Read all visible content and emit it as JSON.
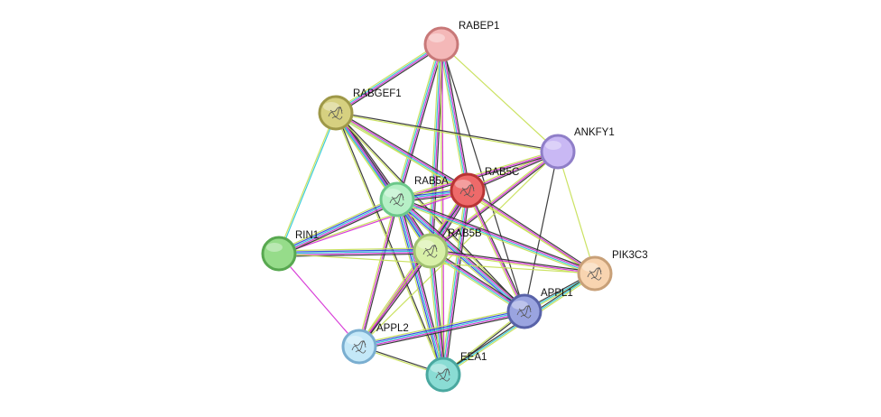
{
  "diagram": {
    "type": "protein-interaction-network",
    "edge_colors": {
      "black": "#333333",
      "magenta": "#d633d6",
      "cyan": "#33c9d6",
      "blue": "#3347e0",
      "yellow_green": "#c8e05a",
      "green": "#2fa83a",
      "light_gray": "#b0b0b0"
    },
    "nodes": [
      {
        "id": "RABEP1",
        "label": "RABEP1",
        "fill": "#f4b8b8",
        "stroke": "#c87878",
        "icon": "none"
      },
      {
        "id": "RABGEF1",
        "label": "RABGEF1",
        "fill": "#d6d080",
        "stroke": "#9e9848",
        "icon": "protein-structure-icon"
      },
      {
        "id": "ANKFY1",
        "label": "ANKFY1",
        "fill": "#c9b8f4",
        "stroke": "#8f7ec8",
        "icon": "none"
      },
      {
        "id": "RAB5C",
        "label": "RAB5C",
        "fill": "#ee6a6a",
        "stroke": "#b83434",
        "icon": "protein-structure-icon"
      },
      {
        "id": "RAB5A",
        "label": "RAB5A",
        "fill": "#b6f0c6",
        "stroke": "#6cc88a",
        "icon": "protein-structure-icon"
      },
      {
        "id": "RIN1",
        "label": "RIN1",
        "fill": "#96dc8a",
        "stroke": "#58a850",
        "icon": "none"
      },
      {
        "id": "RAB5B",
        "label": "RAB5B",
        "fill": "#d8f0a8",
        "stroke": "#a0c070",
        "icon": "protein-structure-icon"
      },
      {
        "id": "PIK3C3",
        "label": "PIK3C3",
        "fill": "#f8d4b0",
        "stroke": "#c8a078",
        "icon": "protein-structure-icon"
      },
      {
        "id": "APPL1",
        "label": "APPL1",
        "fill": "#9aa4e0",
        "stroke": "#5862a8",
        "icon": "protein-structure-icon"
      },
      {
        "id": "APPL2",
        "label": "APPL2",
        "fill": "#c4e8f8",
        "stroke": "#7aaed0",
        "icon": "protein-structure-icon"
      },
      {
        "id": "EEA1",
        "label": "EEA1",
        "fill": "#8adcd4",
        "stroke": "#4aa8a0",
        "icon": "protein-structure-icon"
      }
    ],
    "edges": [
      {
        "source": "RABEP1",
        "target": "RAB5C",
        "colors": [
          "black",
          "magenta",
          "cyan",
          "yellow_green"
        ]
      },
      {
        "source": "RABEP1",
        "target": "RAB5A",
        "colors": [
          "black",
          "magenta",
          "cyan",
          "yellow_green"
        ]
      },
      {
        "source": "RABEP1",
        "target": "RAB5B",
        "colors": [
          "black",
          "magenta",
          "cyan",
          "yellow_green"
        ]
      },
      {
        "source": "RABEP1",
        "target": "RABGEF1",
        "colors": [
          "black",
          "magenta",
          "cyan",
          "yellow_green"
        ]
      },
      {
        "source": "RABEP1",
        "target": "ANKFY1",
        "colors": [
          "yellow_green"
        ]
      },
      {
        "source": "RABEP1",
        "target": "EEA1",
        "colors": [
          "magenta",
          "yellow_green"
        ]
      },
      {
        "source": "RABEP1",
        "target": "APPL1",
        "colors": [
          "black"
        ]
      },
      {
        "source": "RABGEF1",
        "target": "RAB5A",
        "colors": [
          "black",
          "magenta",
          "cyan",
          "blue",
          "yellow_green"
        ]
      },
      {
        "source": "RABGEF1",
        "target": "RAB5C",
        "colors": [
          "black",
          "magenta",
          "cyan",
          "yellow_green"
        ]
      },
      {
        "source": "RABGEF1",
        "target": "RAB5B",
        "colors": [
          "black",
          "magenta",
          "cyan",
          "yellow_green"
        ]
      },
      {
        "source": "RABGEF1",
        "target": "ANKFY1",
        "colors": [
          "black",
          "yellow_green"
        ]
      },
      {
        "source": "RABGEF1",
        "target": "RIN1",
        "colors": [
          "cyan",
          "yellow_green"
        ]
      },
      {
        "source": "RABGEF1",
        "target": "EEA1",
        "colors": [
          "black",
          "yellow_green"
        ]
      },
      {
        "source": "RABGEF1",
        "target": "APPL1",
        "colors": [
          "black",
          "yellow_green"
        ]
      },
      {
        "source": "RABGEF1",
        "target": "PIK3C3",
        "colors": [
          "yellow_green"
        ]
      },
      {
        "source": "ANKFY1",
        "target": "RAB5C",
        "colors": [
          "black",
          "magenta",
          "yellow_green"
        ]
      },
      {
        "source": "ANKFY1",
        "target": "RAB5A",
        "colors": [
          "black",
          "magenta",
          "yellow_green"
        ]
      },
      {
        "source": "ANKFY1",
        "target": "RAB5B",
        "colors": [
          "black",
          "magenta",
          "yellow_green"
        ]
      },
      {
        "source": "ANKFY1",
        "target": "PIK3C3",
        "colors": [
          "yellow_green"
        ]
      },
      {
        "source": "ANKFY1",
        "target": "APPL1",
        "colors": [
          "black"
        ]
      },
      {
        "source": "ANKFY1",
        "target": "APPL2",
        "colors": [
          "yellow_green"
        ]
      },
      {
        "source": "RAB5C",
        "target": "RAB5A",
        "colors": [
          "black",
          "magenta",
          "cyan",
          "blue",
          "yellow_green"
        ]
      },
      {
        "source": "RAB5C",
        "target": "RAB5B",
        "colors": [
          "black",
          "magenta",
          "cyan",
          "blue",
          "yellow_green"
        ]
      },
      {
        "source": "RAB5C",
        "target": "EEA1",
        "colors": [
          "black",
          "magenta",
          "cyan",
          "yellow_green"
        ]
      },
      {
        "source": "RAB5C",
        "target": "APPL1",
        "colors": [
          "black",
          "magenta",
          "yellow_green"
        ]
      },
      {
        "source": "RAB5C",
        "target": "PIK3C3",
        "colors": [
          "black",
          "magenta",
          "yellow_green"
        ]
      },
      {
        "source": "RAB5C",
        "target": "APPL2",
        "colors": [
          "black",
          "magenta",
          "yellow_green"
        ]
      },
      {
        "source": "RAB5C",
        "target": "RIN1",
        "colors": [
          "magenta",
          "yellow_green"
        ]
      },
      {
        "source": "RAB5A",
        "target": "RAB5B",
        "colors": [
          "black",
          "magenta",
          "cyan",
          "blue",
          "yellow_green"
        ]
      },
      {
        "source": "RAB5A",
        "target": "RIN1",
        "colors": [
          "black",
          "magenta",
          "cyan",
          "blue",
          "yellow_green"
        ]
      },
      {
        "source": "RAB5A",
        "target": "EEA1",
        "colors": [
          "black",
          "magenta",
          "cyan",
          "blue",
          "yellow_green"
        ]
      },
      {
        "source": "RAB5A",
        "target": "APPL1",
        "colors": [
          "black",
          "magenta",
          "cyan",
          "blue",
          "yellow_green"
        ]
      },
      {
        "source": "RAB5A",
        "target": "APPL2",
        "colors": [
          "black",
          "magenta",
          "yellow_green"
        ]
      },
      {
        "source": "RAB5A",
        "target": "PIK3C3",
        "colors": [
          "black",
          "magenta",
          "cyan",
          "yellow_green"
        ]
      },
      {
        "source": "RAB5B",
        "target": "RIN1",
        "colors": [
          "black",
          "magenta",
          "cyan",
          "blue",
          "yellow_green"
        ]
      },
      {
        "source": "RAB5B",
        "target": "EEA1",
        "colors": [
          "black",
          "magenta",
          "cyan",
          "yellow_green"
        ]
      },
      {
        "source": "RAB5B",
        "target": "APPL1",
        "colors": [
          "black",
          "magenta",
          "cyan",
          "yellow_green"
        ]
      },
      {
        "source": "RAB5B",
        "target": "APPL2",
        "colors": [
          "black",
          "magenta",
          "yellow_green"
        ]
      },
      {
        "source": "RAB5B",
        "target": "PIK3C3",
        "colors": [
          "black",
          "magenta",
          "yellow_green"
        ]
      },
      {
        "source": "RIN1",
        "target": "APPL2",
        "colors": [
          "magenta"
        ]
      },
      {
        "source": "RIN1",
        "target": "PIK3C3",
        "colors": [
          "yellow_green"
        ]
      },
      {
        "source": "APPL1",
        "target": "APPL2",
        "colors": [
          "black",
          "magenta",
          "cyan",
          "blue",
          "yellow_green"
        ]
      },
      {
        "source": "APPL1",
        "target": "EEA1",
        "colors": [
          "black",
          "yellow_green"
        ]
      },
      {
        "source": "APPL1",
        "target": "PIK3C3",
        "colors": [
          "black",
          "cyan",
          "yellow_green"
        ]
      },
      {
        "source": "APPL2",
        "target": "EEA1",
        "colors": [
          "black",
          "yellow_green"
        ]
      },
      {
        "source": "EEA1",
        "target": "PIK3C3",
        "colors": [
          "black",
          "cyan",
          "yellow_green"
        ]
      }
    ]
  }
}
